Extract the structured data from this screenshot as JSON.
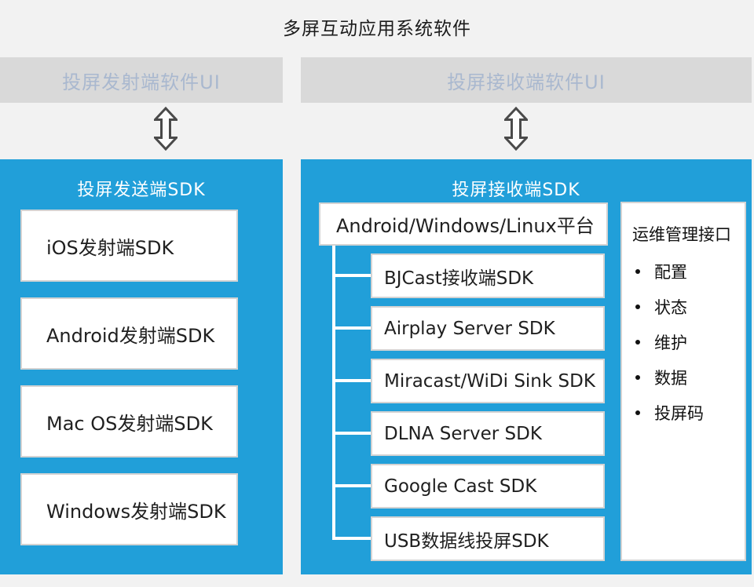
{
  "page": {
    "title": "多屏互动应用系统软件"
  },
  "colors": {
    "background": "#f2f2f2",
    "panel_blue": "#219fd9",
    "bar_gray": "#d9d9d9",
    "bar_text": "#a9b8cf",
    "box_bg": "#ffffff",
    "box_border": "#d3d3d3",
    "text_dark": "#1f1f1f",
    "title_text": "#1b1b1b",
    "panel_title_text": "#ffffff",
    "arrow_outline": "#4a4a4a",
    "arrow_fill": "#fcfcfc"
  },
  "ui_bars": {
    "sender": "投屏发射端软件UI",
    "receiver": "投屏接收端软件UI"
  },
  "sender_panel": {
    "title": "投屏发送端SDK",
    "boxes": [
      "iOS发射端SDK",
      "Android发射端SDK",
      "Mac OS发射端SDK",
      "Windows发射端SDK"
    ]
  },
  "receiver_panel": {
    "title": "投屏接收端SDK",
    "platform_box": "Android/Windows/Linux平台",
    "sdk_boxes": [
      "BJCast接收端SDK",
      "Airplay Server SDK",
      "Miracast/WiDi Sink SDK",
      "DLNA Server SDK",
      "Google Cast SDK",
      "USB数据线投屏SDK"
    ],
    "ops_box": {
      "title": "运维管理接口",
      "items": [
        "配置",
        "状态",
        "维护",
        "数据",
        "投屏码"
      ]
    }
  }
}
